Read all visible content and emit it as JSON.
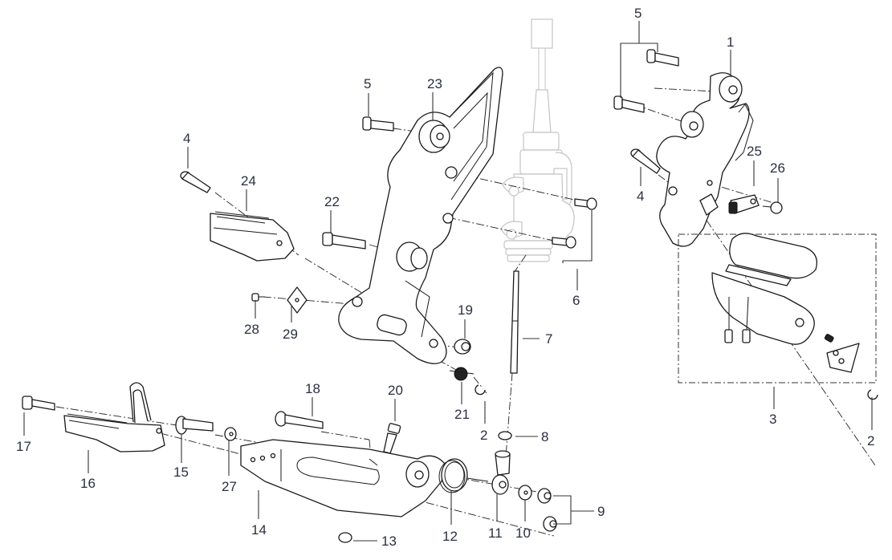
{
  "diagram": {
    "title": "",
    "type": "exploded-parts-diagram",
    "subject": "footrest / rearset assembly",
    "accent_color": "#2b3040",
    "callouts": [
      {
        "id": "c1",
        "label": "1"
      },
      {
        "id": "c2a",
        "label": "2"
      },
      {
        "id": "c2b",
        "label": "2"
      },
      {
        "id": "c3",
        "label": "3"
      },
      {
        "id": "c4a",
        "label": "4"
      },
      {
        "id": "c4b",
        "label": "4"
      },
      {
        "id": "c5a",
        "label": "5"
      },
      {
        "id": "c5b",
        "label": "5"
      },
      {
        "id": "c6",
        "label": "6"
      },
      {
        "id": "c7",
        "label": "7"
      },
      {
        "id": "c8",
        "label": "8"
      },
      {
        "id": "c9",
        "label": "9"
      },
      {
        "id": "c10",
        "label": "10"
      },
      {
        "id": "c11",
        "label": "11"
      },
      {
        "id": "c12",
        "label": "12"
      },
      {
        "id": "c13",
        "label": "13"
      },
      {
        "id": "c14",
        "label": "14"
      },
      {
        "id": "c15",
        "label": "15"
      },
      {
        "id": "c16",
        "label": "16"
      },
      {
        "id": "c17",
        "label": "17"
      },
      {
        "id": "c18",
        "label": "18"
      },
      {
        "id": "c19",
        "label": "19"
      },
      {
        "id": "c20",
        "label": "20"
      },
      {
        "id": "c21",
        "label": "21"
      },
      {
        "id": "c22",
        "label": "22"
      },
      {
        "id": "c23",
        "label": "23"
      },
      {
        "id": "c24",
        "label": "24"
      },
      {
        "id": "c25",
        "label": "25"
      },
      {
        "id": "c26",
        "label": "26"
      },
      {
        "id": "c27",
        "label": "27"
      },
      {
        "id": "c28",
        "label": "28"
      },
      {
        "id": "c29",
        "label": "29"
      }
    ]
  }
}
